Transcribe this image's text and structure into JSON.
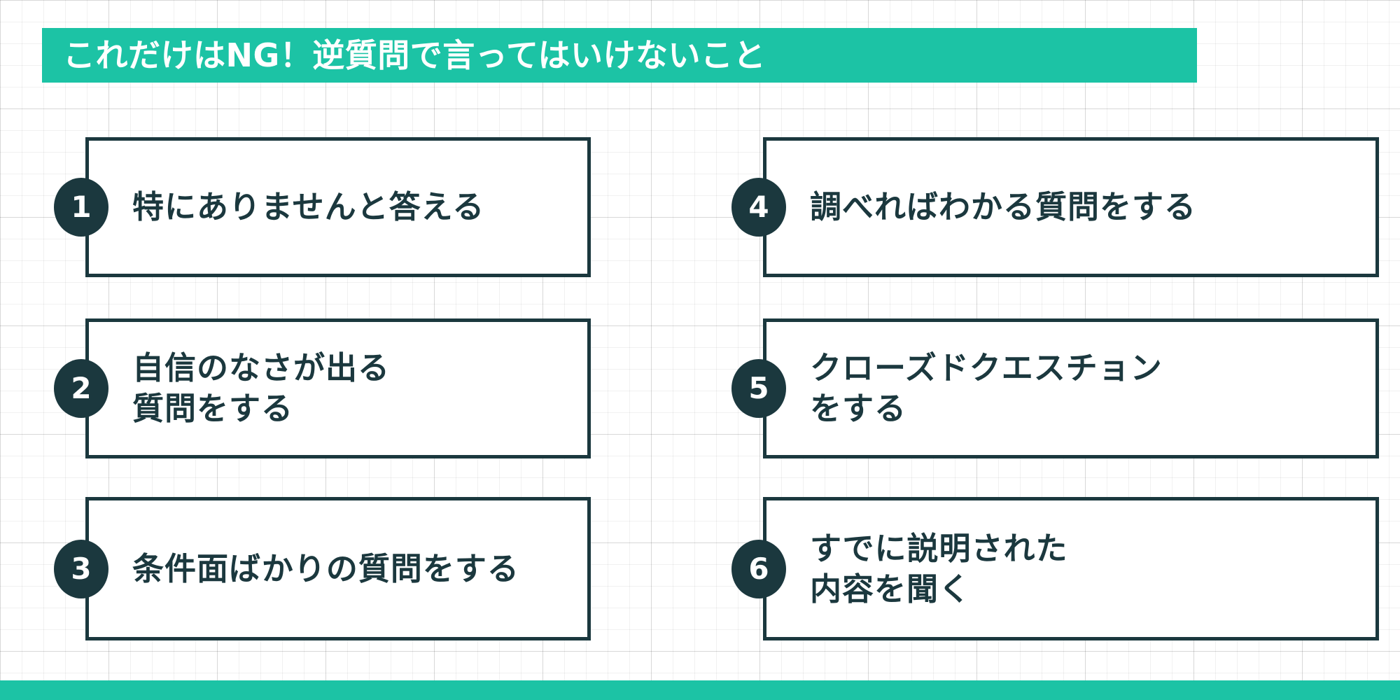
{
  "header": {
    "title": "これだけはNG！逆質問で言ってはいけないこと",
    "bg_color": "#1CC3A5",
    "text_color": "#FFFFFF"
  },
  "footer": {
    "bg_color": "#1CC3A5"
  },
  "theme": {
    "accent": "#1CC3A5",
    "ink": "#1B383E",
    "paper": "#FFFFFF",
    "grid_line": "#E6E6E6"
  },
  "items": [
    {
      "number": "1",
      "text": "特にありませんと答える"
    },
    {
      "number": "2",
      "text": "自信のなさが出る\n質問をする"
    },
    {
      "number": "3",
      "text": "条件面ばかりの質問をする"
    },
    {
      "number": "4",
      "text": "調べればわかる質問をする"
    },
    {
      "number": "5",
      "text": "クローズドクエスチョン\nをする"
    },
    {
      "number": "6",
      "text": "すでに説明された\n内容を聞く"
    }
  ]
}
